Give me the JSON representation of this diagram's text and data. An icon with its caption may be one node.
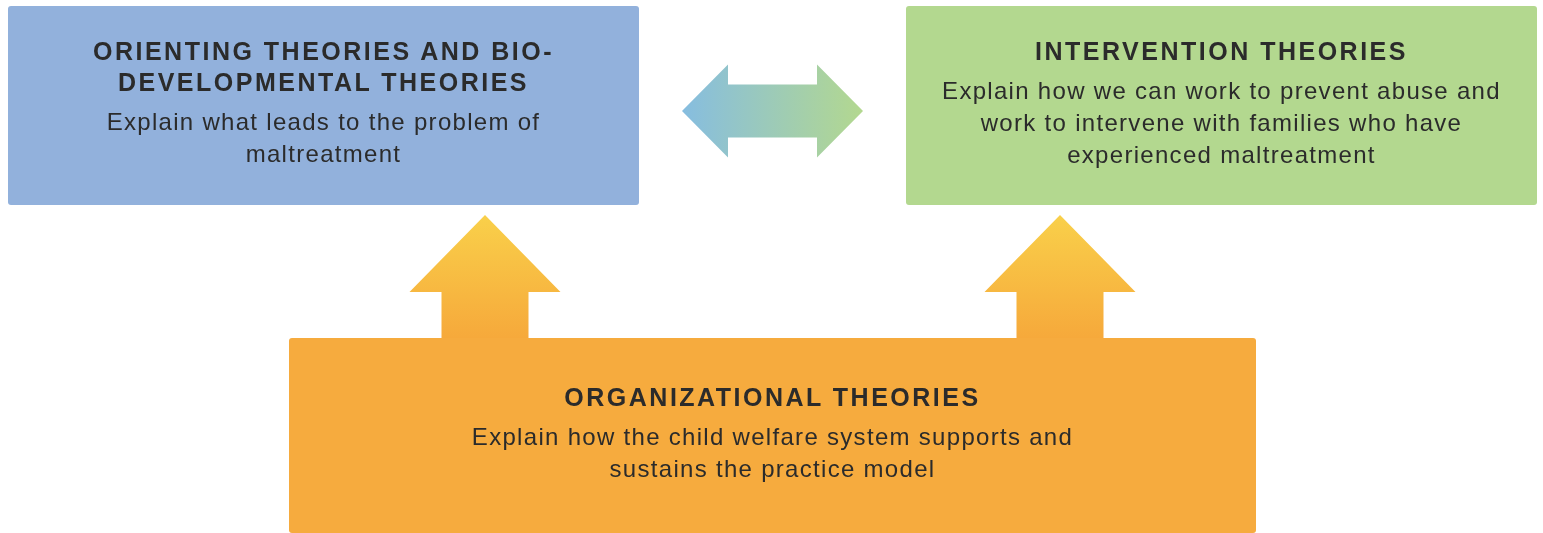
{
  "diagram": {
    "nodes": [
      {
        "text": [
          "ORIENTING THEORIES AND BIO-DEVELOPMENTAL THEORIES",
          "Explain what leads to the problem of maltreatment"
        ]
      },
      {
        "text": [
          "INTERVENTION THEORIES",
          "Explain how we can work to prevent abuse and work to intervene with families who have experienced maltreatment"
        ]
      },
      {
        "text": [
          "ORGANIZATIONAL THEORIES",
          "Explain how the child welfare system supports and sustains the practice model"
        ]
      }
    ],
    "edges": [
      {
        "from": 0,
        "to": 1,
        "arrow": "both"
      },
      {
        "from": 2,
        "to": 0,
        "arrow": "to"
      },
      {
        "from": 2,
        "to": 1,
        "arrow": "to"
      }
    ]
  }
}
